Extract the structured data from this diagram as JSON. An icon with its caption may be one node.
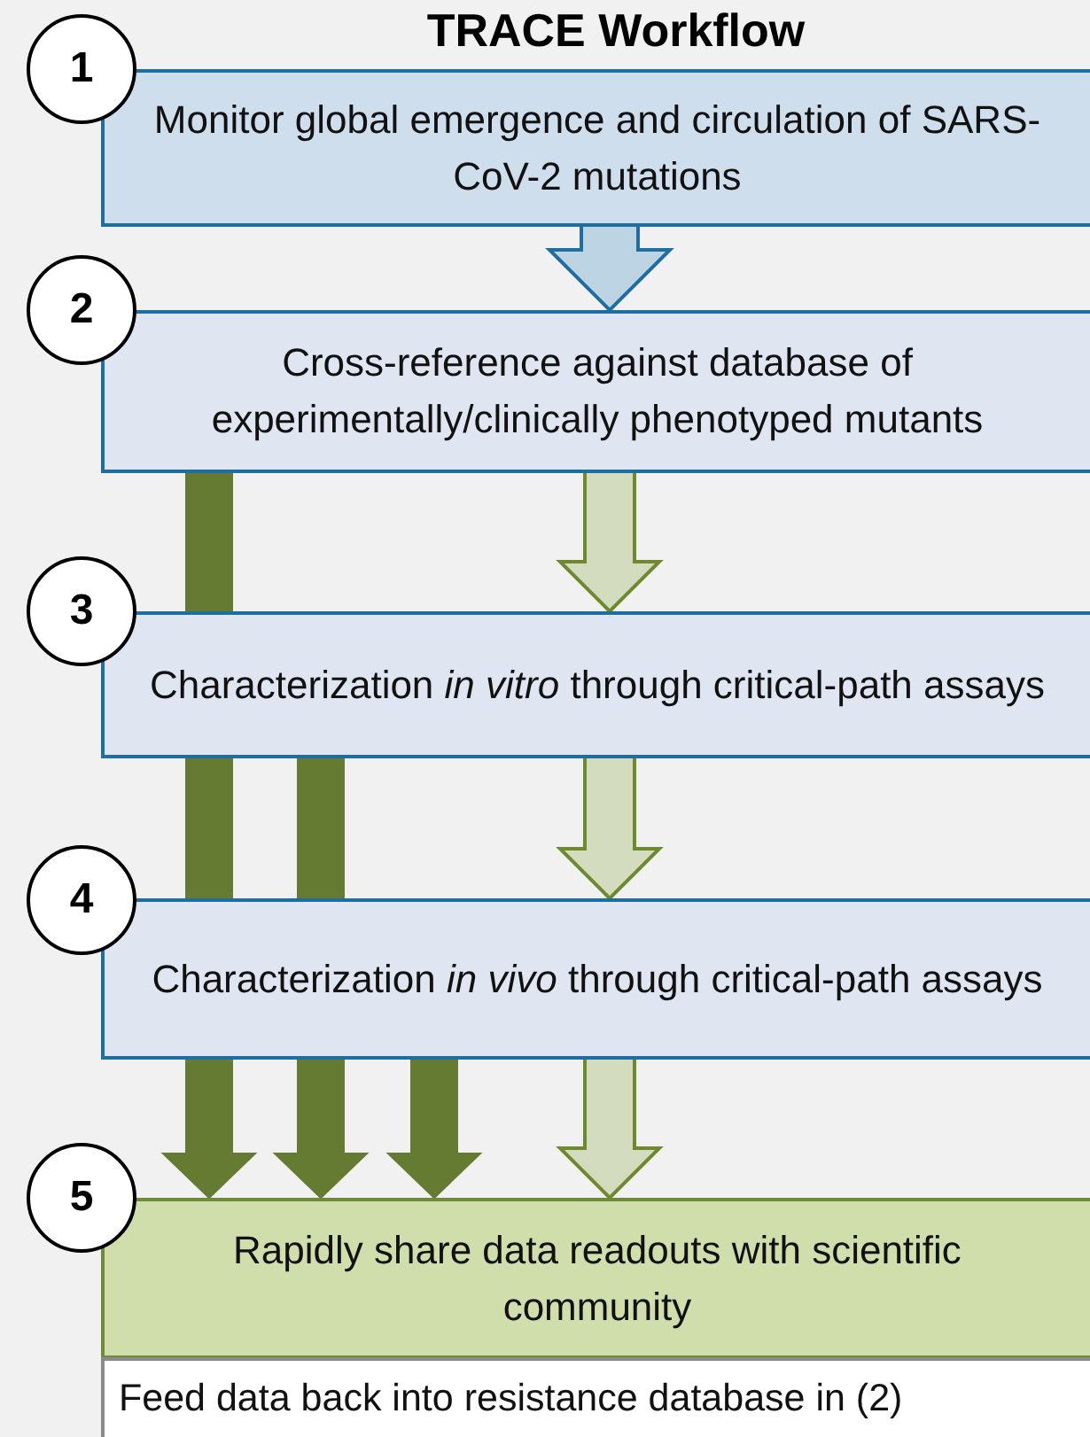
{
  "diagram": {
    "title": "TRACE Workflow",
    "nodes": [
      {
        "text": [
          "1"
        ]
      },
      {
        "text": [
          "Monitor global emergence and circulation of SARS-CoV-2 mutations"
        ]
      },
      {
        "text": [
          "2"
        ]
      },
      {
        "text": [
          "Cross-reference against database of experimentally/clinically phenotyped mutants"
        ]
      },
      {
        "text": [
          "3"
        ]
      },
      {
        "text": [
          "Characterization *in vitro* through critical-path assays"
        ]
      },
      {
        "text": [
          "4"
        ]
      },
      {
        "text": [
          "Characterization *in vivo* through critical-path assays"
        ]
      },
      {
        "text": [
          "5"
        ]
      },
      {
        "text": [
          "Rapidly share data readouts with scientific community"
        ]
      },
      {
        "text": [
          "Feed data back into resistance database in (2)"
        ]
      }
    ],
    "edges": [
      {
        "from": 1,
        "to": 3,
        "arrow": "to",
        "color": "#1f6ea0"
      },
      {
        "from": 3,
        "to": 5,
        "arrow": "to"
      },
      {
        "from": 3,
        "to": 9,
        "arrow": "to",
        "style": "thick",
        "color": "#667b32"
      },
      {
        "from": 5,
        "to": 7,
        "arrow": "to"
      },
      {
        "from": 5,
        "to": 9,
        "arrow": "to",
        "style": "thick",
        "color": "#667b32"
      },
      {
        "from": 7,
        "to": 9,
        "arrow": "to"
      },
      {
        "from": 7,
        "to": 9,
        "arrow": "to",
        "style": "thick",
        "color": "#667b32"
      }
    ]
  }
}
